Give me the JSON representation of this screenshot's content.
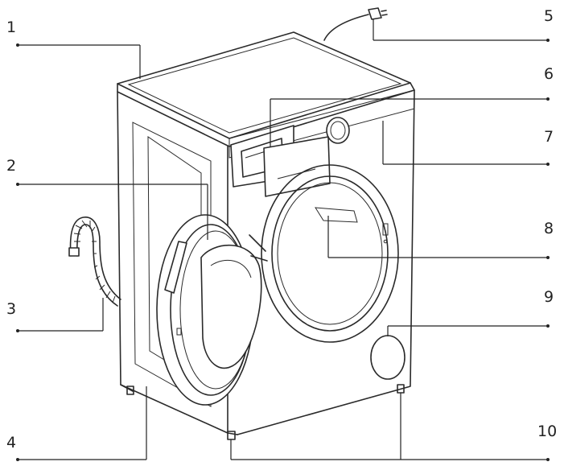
{
  "callouts": [
    {
      "number": "1"
    },
    {
      "number": "2"
    },
    {
      "number": "3"
    },
    {
      "number": "4"
    },
    {
      "number": "5"
    },
    {
      "number": "6"
    },
    {
      "number": "7"
    },
    {
      "number": "8"
    },
    {
      "number": "9"
    },
    {
      "number": "10"
    }
  ],
  "colors": {
    "line": "#2a2a2a",
    "background": "#ffffff"
  }
}
